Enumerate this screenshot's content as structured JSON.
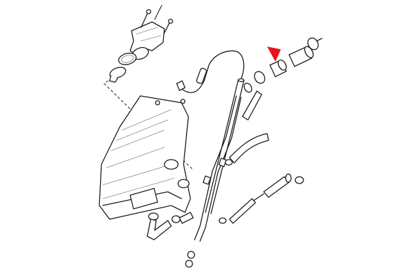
{
  "diagram": {
    "type": "exploded-parts-line-drawing",
    "line_color": "#1a1a1a",
    "background_color": "#ffffff",
    "highlight": {
      "shape": "arrow-pointing-down",
      "color": "#e8141b",
      "target": "coolant-hose-segment"
    }
  }
}
